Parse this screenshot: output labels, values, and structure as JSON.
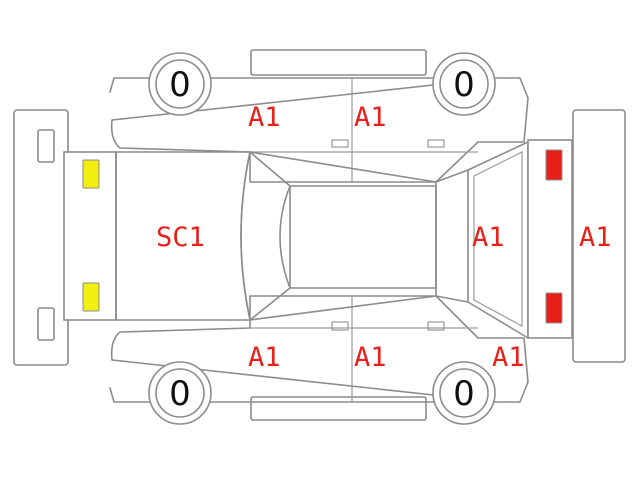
{
  "tires": {
    "front_left": "0",
    "front_right": "0",
    "rear_left": "0",
    "rear_right": "0"
  },
  "damage_codes": {
    "front_door_top": "A1",
    "rear_door_top": "A1",
    "hood": "SC1",
    "trunk_lid": "A1",
    "rear_bumper": "A1",
    "front_door_bottom": "A1",
    "rear_door_bottom": "A1",
    "rear_quarter_bottom": "A1"
  },
  "colors": {
    "outline": "#8c8c8c",
    "headlight": "#f2ee10",
    "taillight": "#e8201a",
    "code_text": "#e8201a"
  }
}
